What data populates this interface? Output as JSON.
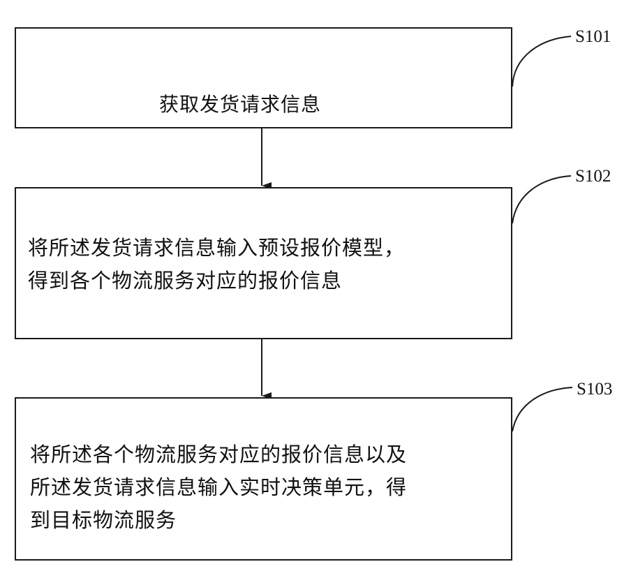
{
  "steps": [
    {
      "id": "S101",
      "lines": [
        "获取发货请求信息"
      ]
    },
    {
      "id": "S102",
      "lines": [
        "将所述发货请求信息输入预设报价模型，",
        "得到各个物流服务对应的报价信息"
      ]
    },
    {
      "id": "S103",
      "lines": [
        "将所述各个物流服务对应的报价信息以及",
        "所述发货请求信息输入实时决策单元，得",
        "到目标物流服务"
      ]
    }
  ]
}
